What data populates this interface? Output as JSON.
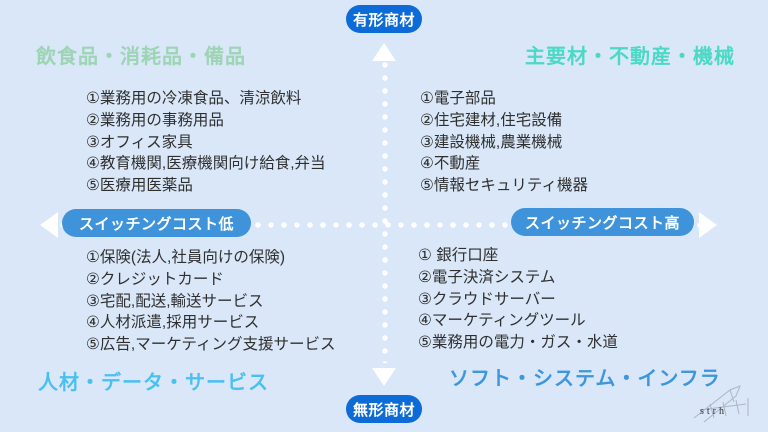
{
  "colors": {
    "background": "#d9e7f8",
    "pill_vertical": "#0d6bd8",
    "pill_horizontal": "#3e93da",
    "axis_dots": "#ffffff",
    "list_text": "#2f2f2f"
  },
  "axes": {
    "vertical_top_label": "有形商材",
    "vertical_bottom_label": "無形商材",
    "horizontal_left_label": "スイッチングコスト低",
    "horizontal_right_label": "スイッチングコスト高"
  },
  "quadrants": {
    "top_left": {
      "title": "飲食品・消耗品・備品",
      "title_color": "#9cd4b4",
      "items": [
        "①業務用の冷凍食品、清涼飲料",
        "②業務用の事務用品",
        "③オフィス家具",
        "④教育機関,医療機関向け給食,弁当",
        "⑤医療用医薬品"
      ]
    },
    "top_right": {
      "title": "主要材・不動産・機械",
      "title_color": "#4bd9c6",
      "items": [
        "①電子部品",
        "②住宅建材,住宅設備",
        "③建設機械,農業機械",
        "④不動産",
        "⑤情報セキュリティ機器"
      ]
    },
    "bottom_left": {
      "title": "人材・データ・サービス",
      "title_color": "#4ac0f1",
      "items": [
        "①保険(法人,社員向けの保険)",
        "②クレジットカード",
        "③宅配,配送,輸送サービス",
        "④人材派遣,採用サービス",
        "⑤広告,マーケティング支援サービス"
      ]
    },
    "bottom_right": {
      "title": "ソフト・システム・インフラ",
      "title_color": "#3e96dc",
      "items": [
        "① 銀行口座",
        "②電子決済システム",
        "③クラウドサーバー",
        "④マーケティングツール",
        "⑤業務用の電力・ガス・水道"
      ]
    }
  },
  "logo": {
    "text": "strh"
  }
}
